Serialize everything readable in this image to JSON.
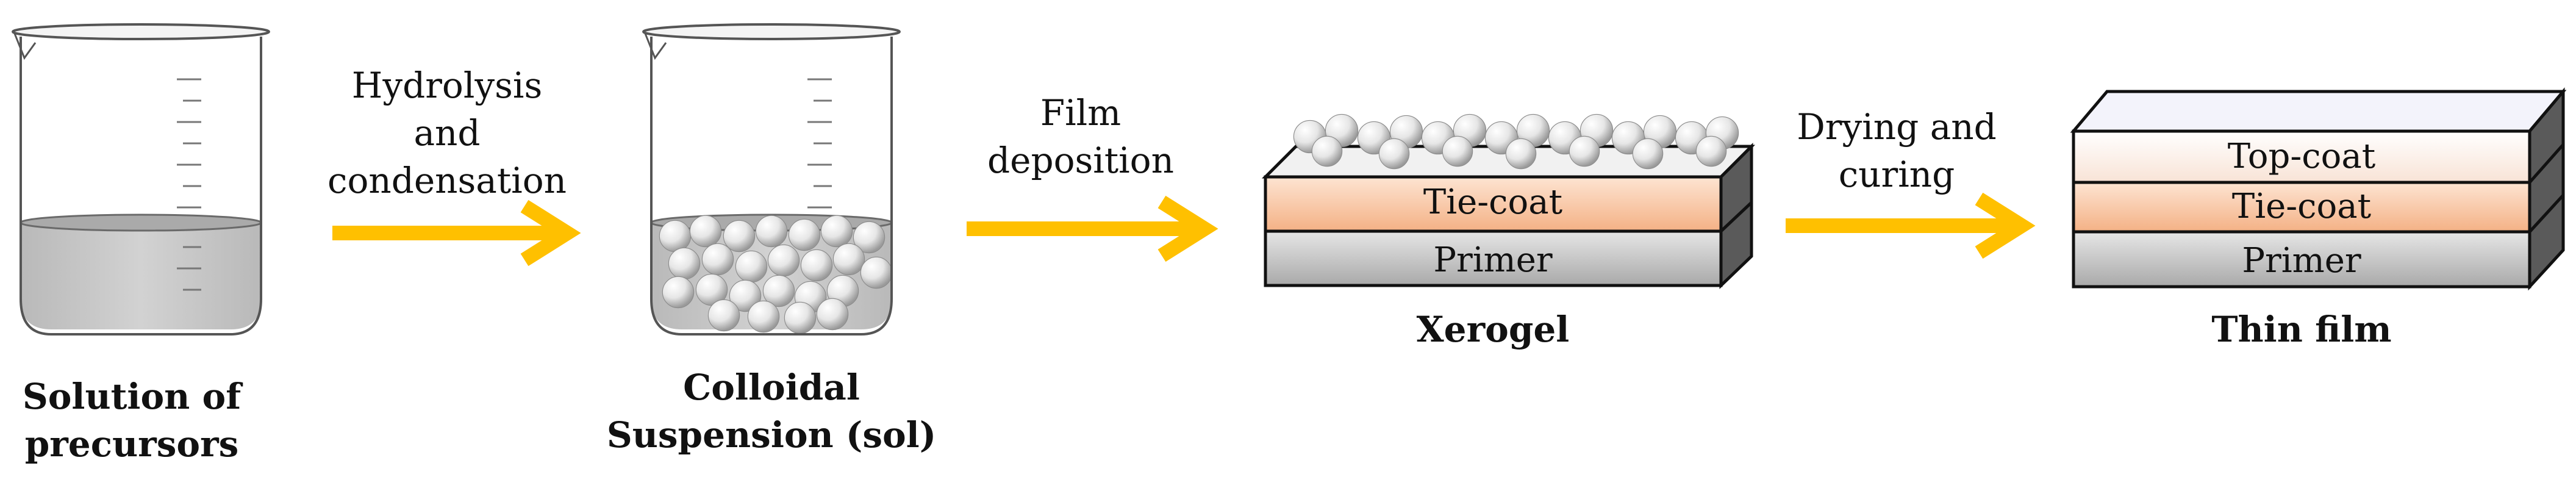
{
  "steps": {
    "precursors": {
      "label_line1": "Solution of",
      "label_line2": "precursors"
    },
    "sol": {
      "label_line1": "Colloidal",
      "label_line2": "Suspension (sol)"
    },
    "xerogel": {
      "label": "Xerogel",
      "layer_tie": "Tie-coat",
      "layer_primer": "Primer"
    },
    "thin_film": {
      "label": "Thin film",
      "layer_top": "Top-coat",
      "layer_tie": "Tie-coat",
      "layer_primer": "Primer"
    }
  },
  "arrows": {
    "a1": {
      "line1": "Hydrolysis",
      "line2": "and",
      "line3": "condensation"
    },
    "a2": {
      "line1": "Film",
      "line2": "deposition"
    },
    "a3": {
      "line1": "Drying and",
      "line2": "curing"
    }
  },
  "colors": {
    "arrow": "#FFC000",
    "liquid": "#c8c8c8",
    "primer": "#bdbdbd",
    "tie_coat": "#f4b185",
    "top_coat": "#fbe9df"
  }
}
